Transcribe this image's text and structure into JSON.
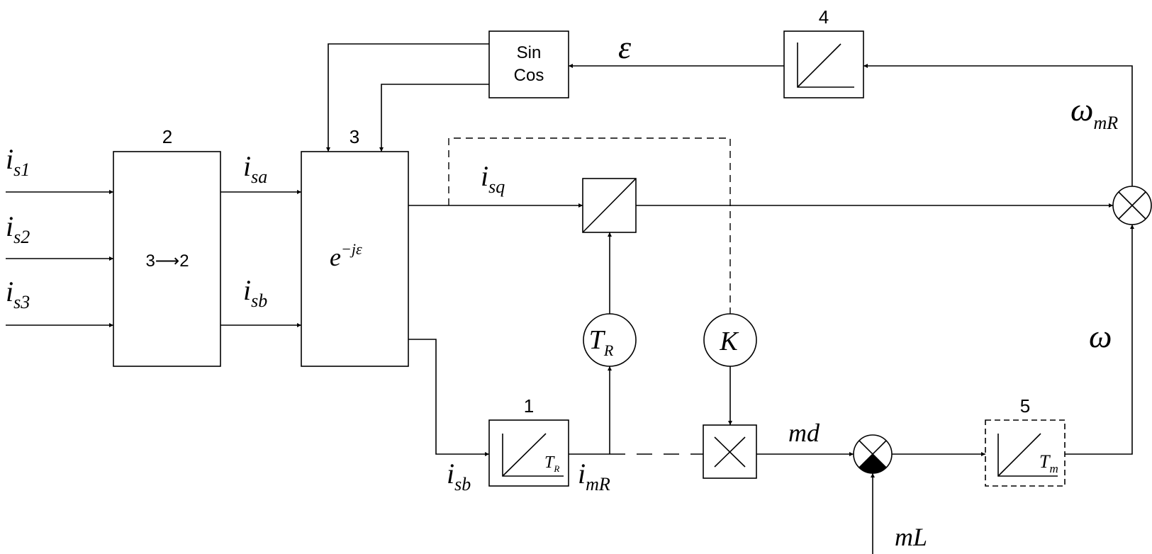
{
  "blocks": {
    "b2": {
      "number": "2",
      "label": "3⟶2"
    },
    "b3": {
      "number": "3",
      "label_base": "e",
      "label_sup": "−jε"
    },
    "b4": {
      "number": "4"
    },
    "b1": {
      "number": "1",
      "param_base": "T",
      "param_sub": "R"
    },
    "b5": {
      "number": "5",
      "param_base": "T",
      "param_sub": "m"
    },
    "sincos": {
      "line1": "Sin",
      "line2": "Cos"
    },
    "tr": {
      "base": "T",
      "sub": "R"
    },
    "k": {
      "label": "K"
    }
  },
  "signals": {
    "is1": {
      "base": "i",
      "sub": "s1"
    },
    "is2": {
      "base": "i",
      "sub": "s2"
    },
    "is3": {
      "base": "i",
      "sub": "s3"
    },
    "isa": {
      "base": "i",
      "sub": "sa"
    },
    "isb_top": {
      "base": "i",
      "sub": "sb"
    },
    "isq": {
      "base": "i",
      "sub": "sq"
    },
    "isb_bottom": {
      "base": "i",
      "sub": "sb"
    },
    "imr": {
      "base": "i",
      "sub": "mR"
    },
    "epsilon": "ε",
    "omega_mr": {
      "base": "ω",
      "sub": "mR"
    },
    "omega": "ω",
    "md": "md",
    "ml": "mL"
  }
}
